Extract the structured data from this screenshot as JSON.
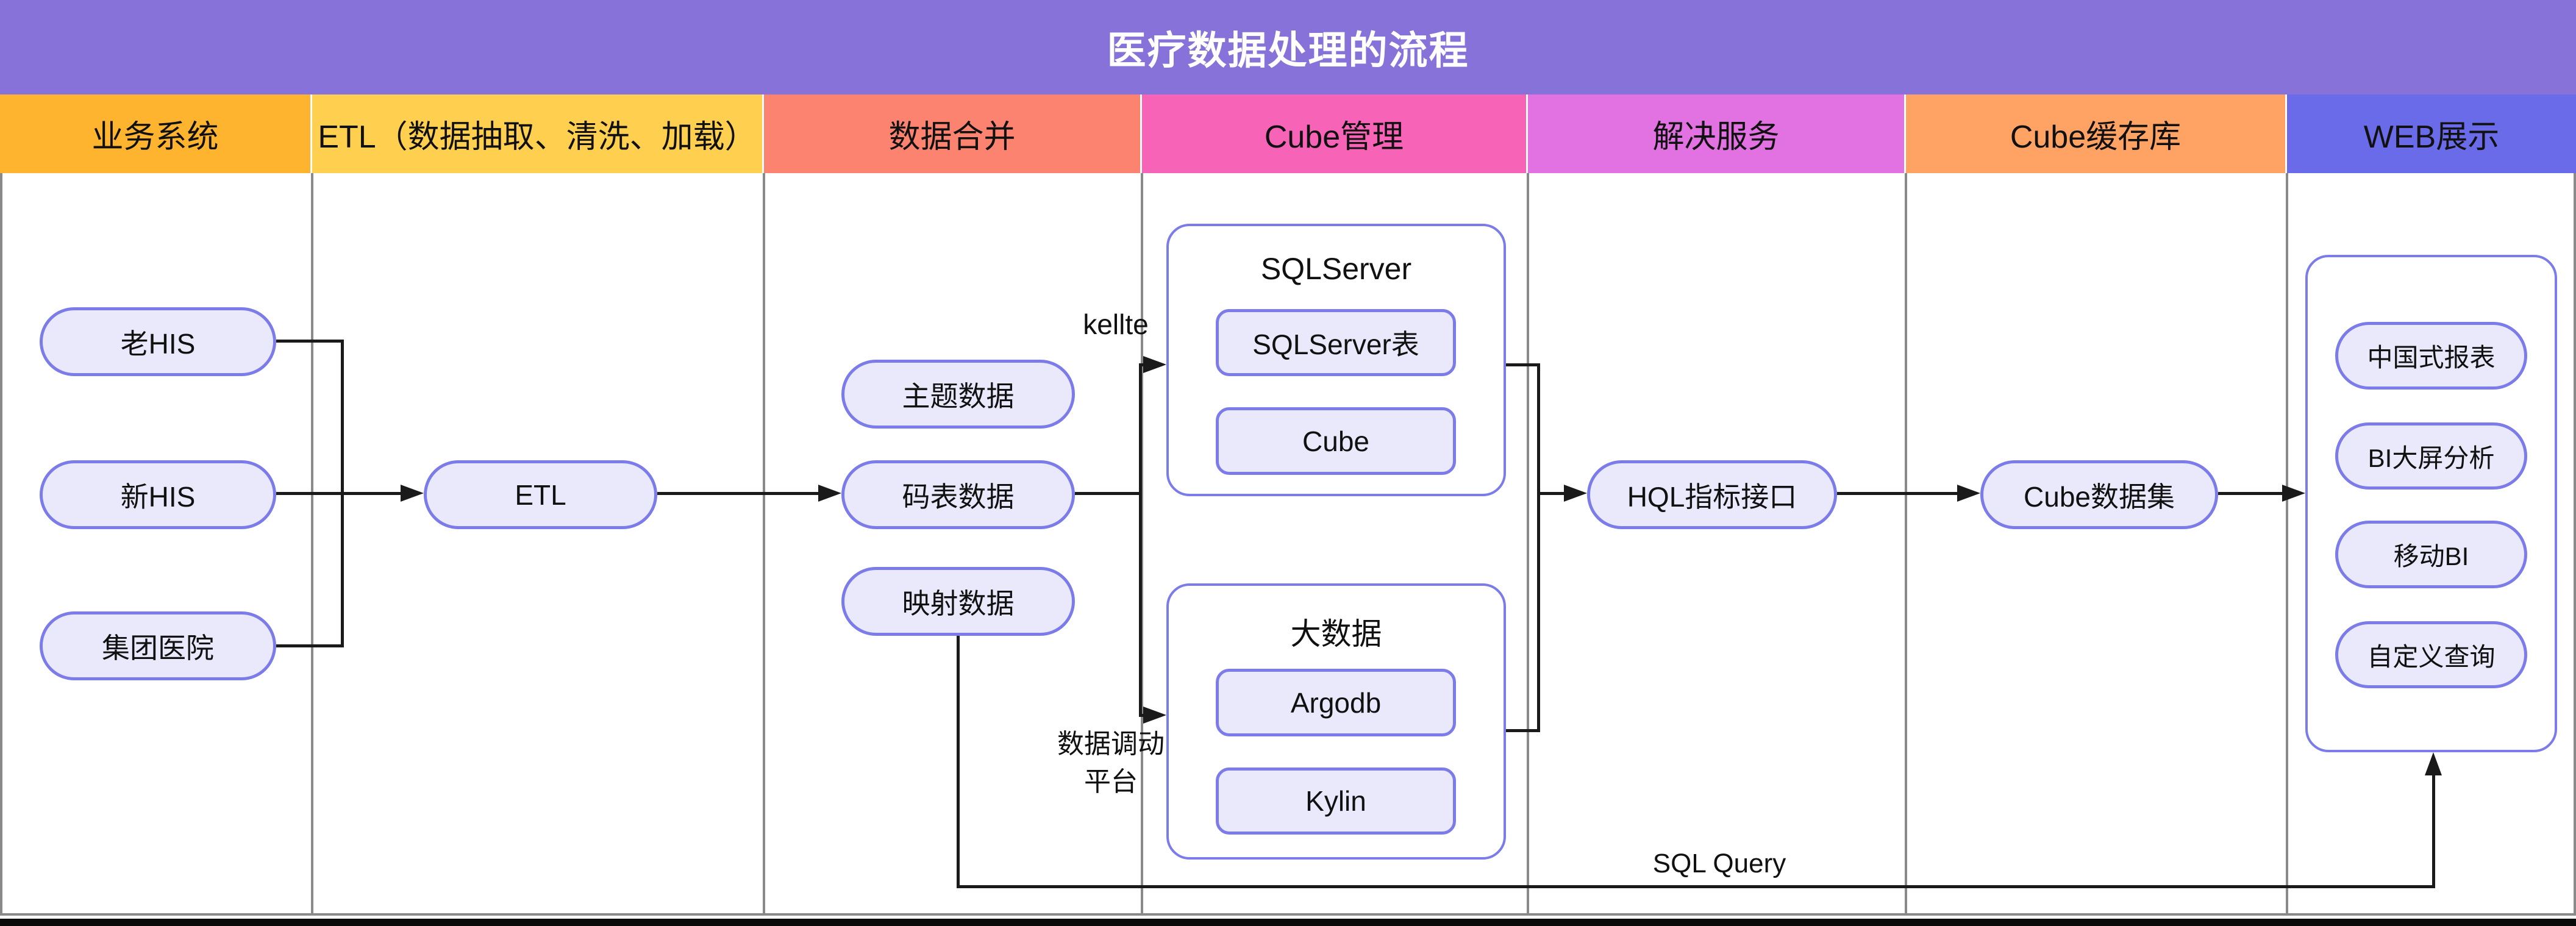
{
  "title": "医疗数据处理的流程",
  "colors": {
    "title_bg": "#8772DA",
    "title_text": "#ffffff",
    "node_fill": "#E9E9FB",
    "node_border": "#7B7BEA",
    "connector": "#1a1a1a",
    "lane_divider": "#8a8a8a"
  },
  "lanes": [
    {
      "label": "业务系统",
      "color": "#FFB42F"
    },
    {
      "label": "ETL（数据抽取、清洗、加载）",
      "color": "#FFD04F"
    },
    {
      "label": "数据合并",
      "color": "#FB8370"
    },
    {
      "label": "Cube管理",
      "color": "#F763B7"
    },
    {
      "label": "解决服务",
      "color": "#E272E2"
    },
    {
      "label": "Cube缓存库",
      "color": "#FFA365"
    },
    {
      "label": "WEB展示",
      "color": "#6A6BE9"
    }
  ],
  "nodes": {
    "old_his": "老HIS",
    "new_his": "新HIS",
    "group_hospital": "集团医院",
    "etl": "ETL",
    "subject_data": "主题数据",
    "code_table_data": "码表数据",
    "mapping_data": "映射数据",
    "sqlserver_group": "SQLServer",
    "sqlserver_table": "SQLServer表",
    "cube": "Cube",
    "bigdata_group": "大数据",
    "argodb": "Argodb",
    "kylin": "Kylin",
    "hql_interface": "HQL指标接口",
    "cube_dataset": "Cube数据集",
    "cn_report": "中国式报表",
    "bi_screen": "BI大屏分析",
    "mobile_bi": "移动BI",
    "custom_query": "自定义查询"
  },
  "edge_labels": {
    "kettle": "kellte",
    "data_dispatch": "数据调动 平台",
    "sql_query": "SQL Query"
  }
}
